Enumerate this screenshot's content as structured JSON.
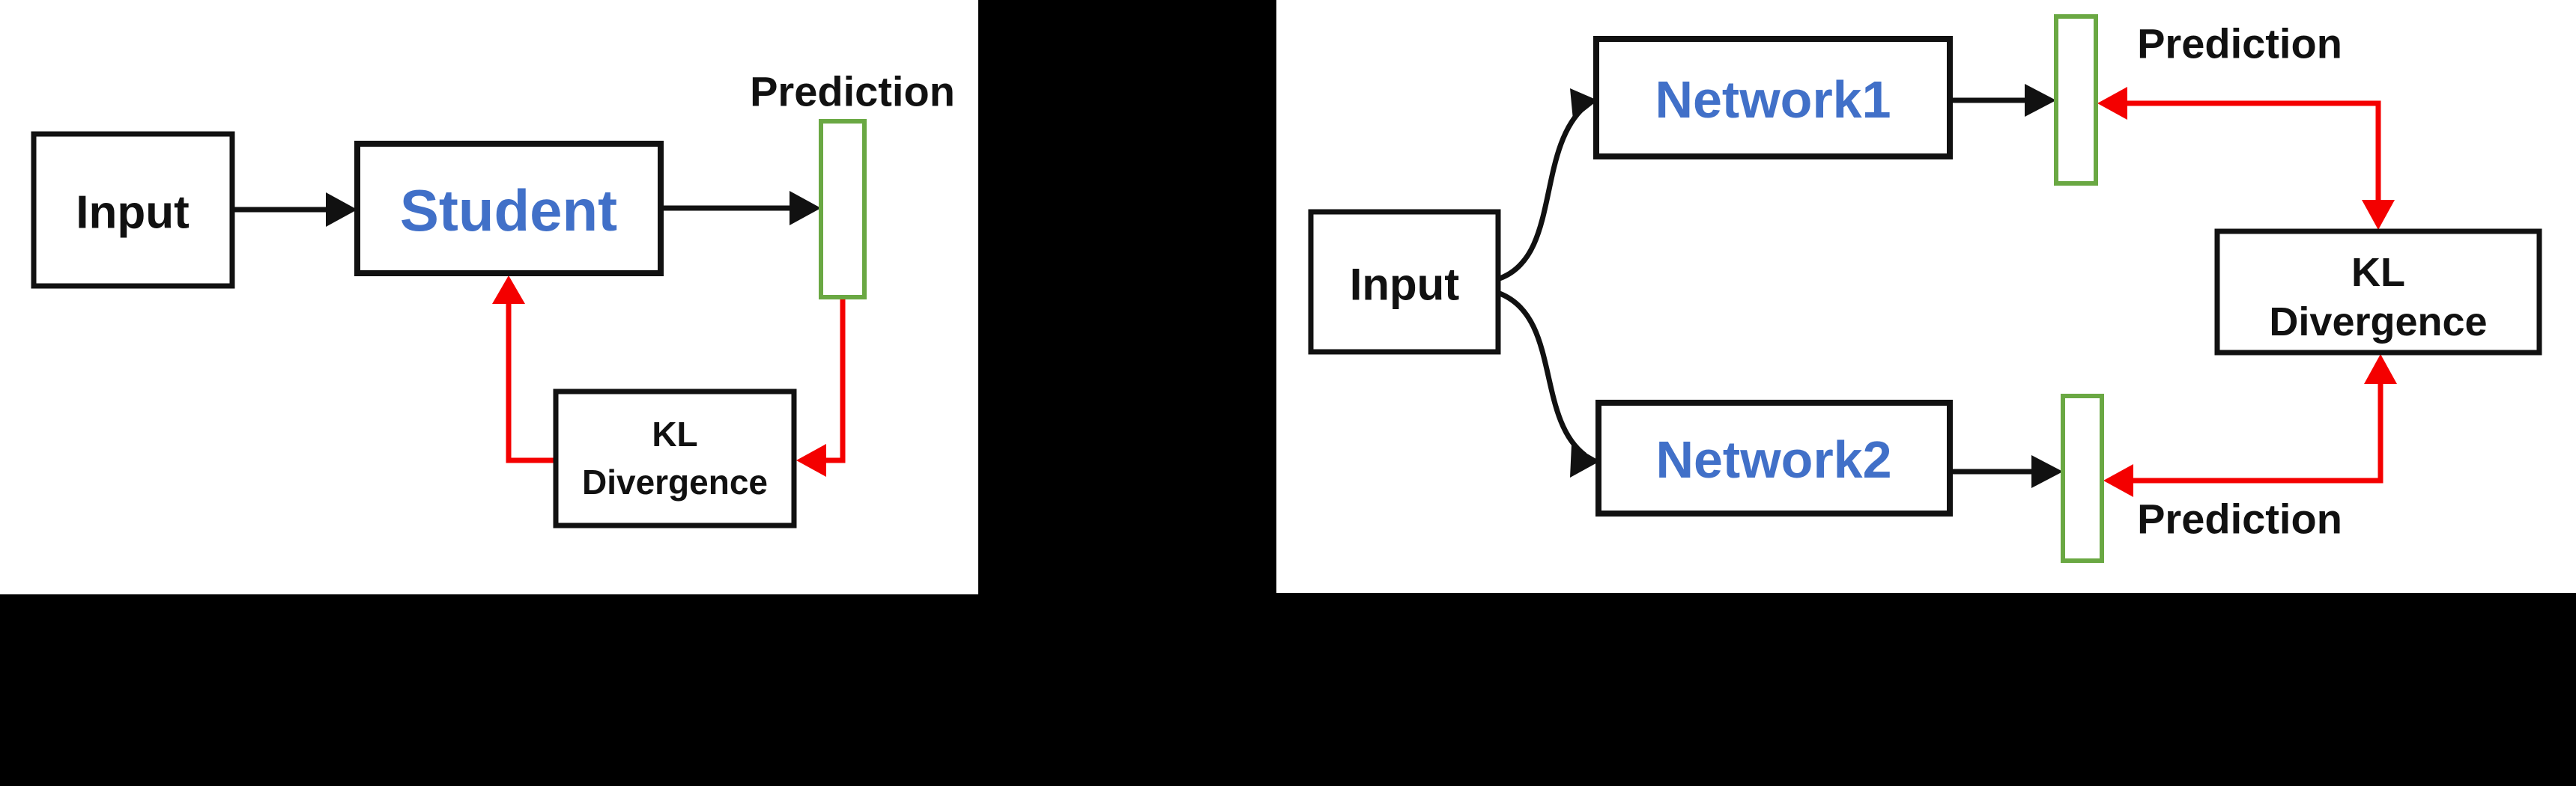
{
  "figure": {
    "description_left": "single-network distillation diagram",
    "description_right": "two-network mutual learning diagram"
  },
  "colors": {
    "background": "#000000",
    "panel": "#ffffff",
    "box_border": "#111111",
    "network_text_blue": "#4170c8",
    "arrow_red": "#f40000",
    "prediction_bar_green": "#6aa843"
  },
  "left_panel": {
    "input_box_label": "Input",
    "model_box_label": "Student",
    "prediction_label": "Prediction",
    "kl_box_line1": "KL",
    "kl_box_line2": "Divergence"
  },
  "right_panel": {
    "input_box_label": "Input",
    "network1_box_label": "Network1",
    "network2_box_label": "Network2",
    "prediction_top_label": "Prediction",
    "prediction_bottom_label": "Prediction",
    "kl_box_line1": "KL",
    "kl_box_line2": "Divergence"
  }
}
